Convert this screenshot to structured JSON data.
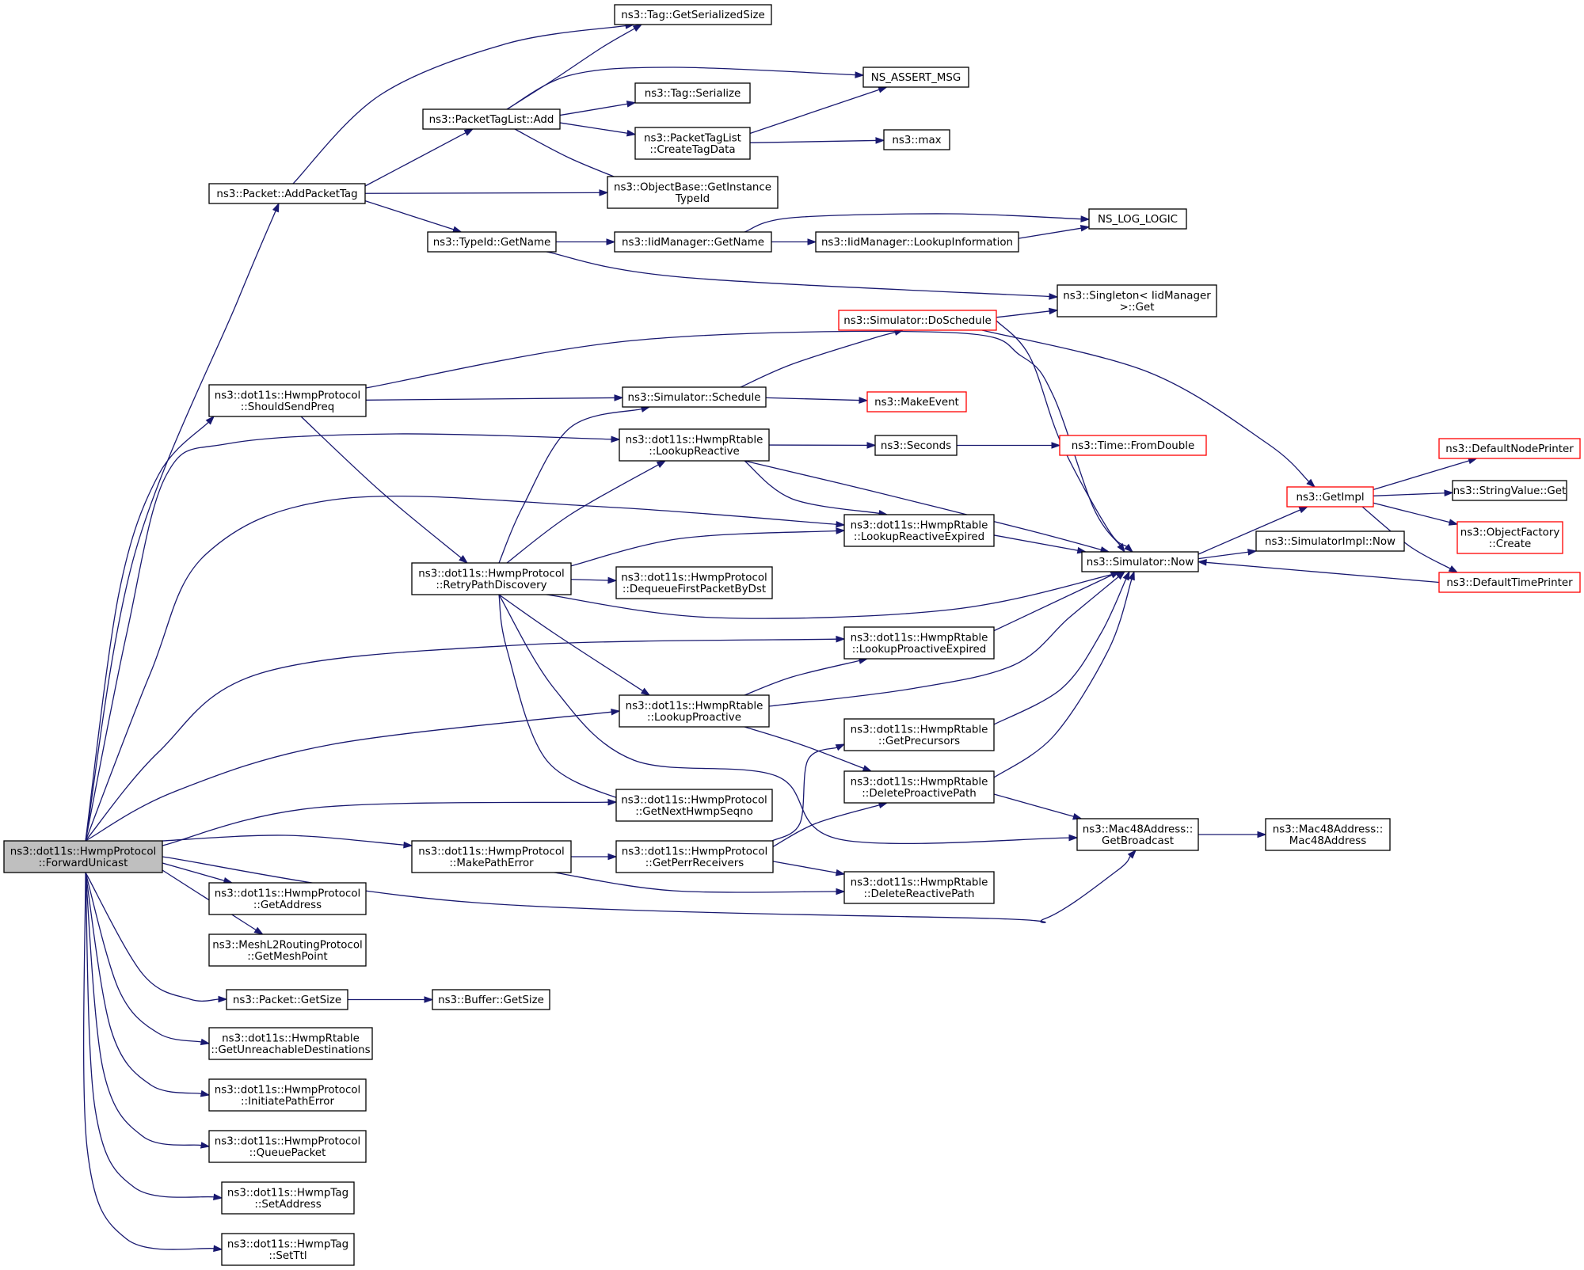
{
  "colors": {
    "edge": "#191970",
    "node_border": "#000000",
    "node_border_truncated": "#ff0000",
    "focus_fill": "#bfbfbf",
    "node_fill": "#ffffff"
  },
  "nodes": [
    {
      "id": "fwd",
      "lines": [
        "ns3::dot11s::HwmpProtocol",
        "::ForwardUnicast"
      ],
      "style": "focus"
    },
    {
      "id": "addpt",
      "lines": [
        "ns3::Packet::AddPacketTag"
      ]
    },
    {
      "id": "ssp",
      "lines": [
        "ns3::dot11s::HwmpProtocol",
        "::ShouldSendPreq"
      ]
    },
    {
      "id": "rpd",
      "lines": [
        "ns3::dot11s::HwmpProtocol",
        "::RetryPathDiscovery"
      ]
    },
    {
      "id": "mpe",
      "lines": [
        "ns3::dot11s::HwmpProtocol",
        "::MakePathError"
      ]
    },
    {
      "id": "gaddr",
      "lines": [
        "ns3::dot11s::HwmpProtocol",
        "::GetAddress"
      ]
    },
    {
      "id": "gmp",
      "lines": [
        "ns3::MeshL2RoutingProtocol",
        "::GetMeshPoint"
      ]
    },
    {
      "id": "pgs",
      "lines": [
        "ns3::Packet::GetSize"
      ]
    },
    {
      "id": "gud",
      "lines": [
        "ns3::dot11s::HwmpRtable",
        "::GetUnreachableDestinations"
      ]
    },
    {
      "id": "ipe",
      "lines": [
        "ns3::dot11s::HwmpProtocol",
        "::InitiatePathError"
      ]
    },
    {
      "id": "qp",
      "lines": [
        "ns3::dot11s::HwmpProtocol",
        "::QueuePacket"
      ]
    },
    {
      "id": "tsa",
      "lines": [
        "ns3::dot11s::HwmpTag",
        "::SetAddress"
      ]
    },
    {
      "id": "tst",
      "lines": [
        "ns3::dot11s::HwmpTag",
        "::SetTtl"
      ]
    },
    {
      "id": "ptla",
      "lines": [
        "ns3::PacketTagList::Add"
      ]
    },
    {
      "id": "tidgn",
      "lines": [
        "ns3::TypeId::GetName"
      ]
    },
    {
      "id": "tgss",
      "lines": [
        "ns3::Tag::GetSerializedSize"
      ]
    },
    {
      "id": "tser",
      "lines": [
        "ns3::Tag::Serialize"
      ]
    },
    {
      "id": "ptlc",
      "lines": [
        "ns3::PacketTagList",
        "::CreateTagData"
      ]
    },
    {
      "id": "obgi",
      "lines": [
        "ns3::ObjectBase::GetInstance",
        "TypeId"
      ]
    },
    {
      "id": "assert",
      "lines": [
        "NS_ASSERT_MSG"
      ]
    },
    {
      "id": "max",
      "lines": [
        "ns3::max"
      ]
    },
    {
      "id": "iidgn",
      "lines": [
        "ns3::IidManager::GetName"
      ]
    },
    {
      "id": "iidli",
      "lines": [
        "ns3::IidManager::LookupInformation"
      ]
    },
    {
      "id": "loglogic",
      "lines": [
        "NS_LOG_LOGIC"
      ]
    },
    {
      "id": "singleton",
      "lines": [
        "ns3::Singleton< IidManager",
        ">::Get"
      ]
    },
    {
      "id": "doschedule",
      "lines": [
        "ns3::Simulator::DoSchedule"
      ],
      "style": "truncated"
    },
    {
      "id": "schedule",
      "lines": [
        "ns3::Simulator::Schedule"
      ]
    },
    {
      "id": "makeevent",
      "lines": [
        "ns3::MakeEvent"
      ],
      "style": "truncated"
    },
    {
      "id": "lr",
      "lines": [
        "ns3::dot11s::HwmpRtable",
        "::LookupReactive"
      ]
    },
    {
      "id": "seconds",
      "lines": [
        "ns3::Seconds"
      ]
    },
    {
      "id": "fromdouble",
      "lines": [
        "ns3::Time::FromDouble"
      ],
      "style": "truncated"
    },
    {
      "id": "lre",
      "lines": [
        "ns3::dot11s::HwmpRtable",
        "::LookupReactiveExpired"
      ]
    },
    {
      "id": "dfp",
      "lines": [
        "ns3::dot11s::HwmpProtocol",
        "::DequeueFirstPacketByDst"
      ]
    },
    {
      "id": "simnow",
      "lines": [
        "ns3::Simulator::Now"
      ]
    },
    {
      "id": "lpe",
      "lines": [
        "ns3::dot11s::HwmpRtable",
        "::LookupProactiveExpired"
      ]
    },
    {
      "id": "lp",
      "lines": [
        "ns3::dot11s::HwmpRtable",
        "::LookupProactive"
      ]
    },
    {
      "id": "gpre",
      "lines": [
        "ns3::dot11s::HwmpRtable",
        "::GetPrecursors"
      ]
    },
    {
      "id": "dpp",
      "lines": [
        "ns3::dot11s::HwmpRtable",
        "::DeleteProactivePath"
      ]
    },
    {
      "id": "gnhs",
      "lines": [
        "ns3::dot11s::HwmpProtocol",
        "::GetNextHwmpSeqno"
      ]
    },
    {
      "id": "gperr",
      "lines": [
        "ns3::dot11s::HwmpProtocol",
        "::GetPerrReceivers"
      ]
    },
    {
      "id": "drp",
      "lines": [
        "ns3::dot11s::HwmpRtable",
        "::DeleteReactivePath"
      ]
    },
    {
      "id": "macbc",
      "lines": [
        "ns3::Mac48Address::",
        "GetBroadcast"
      ]
    },
    {
      "id": "macctor",
      "lines": [
        "ns3::Mac48Address::",
        "Mac48Address"
      ]
    },
    {
      "id": "bufgs",
      "lines": [
        "ns3::Buffer::GetSize"
      ]
    },
    {
      "id": "getimpl",
      "lines": [
        "ns3::GetImpl"
      ],
      "style": "truncated"
    },
    {
      "id": "simimplnow",
      "lines": [
        "ns3::SimulatorImpl::Now"
      ]
    },
    {
      "id": "dnp",
      "lines": [
        "ns3::DefaultNodePrinter"
      ],
      "style": "truncated"
    },
    {
      "id": "svget",
      "lines": [
        "ns3::StringValue::Get"
      ]
    },
    {
      "id": "ofcreate",
      "lines": [
        "ns3::ObjectFactory",
        "::Create"
      ],
      "style": "truncated"
    },
    {
      "id": "dtp",
      "lines": [
        "ns3::DefaultTimePrinter"
      ],
      "style": "truncated"
    }
  ],
  "edges": [
    [
      "fwd",
      "addpt"
    ],
    [
      "fwd",
      "ssp"
    ],
    [
      "fwd",
      "lr"
    ],
    [
      "fwd",
      "lre"
    ],
    [
      "fwd",
      "lpe"
    ],
    [
      "fwd",
      "lp"
    ],
    [
      "fwd",
      "gnhs"
    ],
    [
      "fwd",
      "mpe"
    ],
    [
      "fwd",
      "macbc"
    ],
    [
      "fwd",
      "gaddr"
    ],
    [
      "fwd",
      "gmp"
    ],
    [
      "fwd",
      "pgs"
    ],
    [
      "fwd",
      "gud"
    ],
    [
      "fwd",
      "ipe"
    ],
    [
      "fwd",
      "qp"
    ],
    [
      "fwd",
      "tsa"
    ],
    [
      "fwd",
      "tst"
    ],
    [
      "addpt",
      "tgss"
    ],
    [
      "addpt",
      "ptla"
    ],
    [
      "addpt",
      "obgi"
    ],
    [
      "addpt",
      "tidgn"
    ],
    [
      "ptla",
      "tgss"
    ],
    [
      "ptla",
      "assert"
    ],
    [
      "ptla",
      "tser"
    ],
    [
      "ptla",
      "ptlc"
    ],
    [
      "ptla",
      "obgi"
    ],
    [
      "ptlc",
      "assert"
    ],
    [
      "ptlc",
      "max"
    ],
    [
      "tidgn",
      "iidgn"
    ],
    [
      "tidgn",
      "singleton"
    ],
    [
      "iidgn",
      "loglogic"
    ],
    [
      "iidgn",
      "iidli"
    ],
    [
      "iidli",
      "loglogic"
    ],
    [
      "ssp",
      "simnow"
    ],
    [
      "ssp",
      "schedule"
    ],
    [
      "ssp",
      "rpd"
    ],
    [
      "schedule",
      "doschedule"
    ],
    [
      "schedule",
      "makeevent"
    ],
    [
      "doschedule",
      "singleton"
    ],
    [
      "doschedule",
      "simnow"
    ],
    [
      "doschedule",
      "getimpl"
    ],
    [
      "rpd",
      "schedule"
    ],
    [
      "rpd",
      "lr"
    ],
    [
      "rpd",
      "lre"
    ],
    [
      "rpd",
      "dfp"
    ],
    [
      "rpd",
      "simnow"
    ],
    [
      "rpd",
      "lp"
    ],
    [
      "rpd",
      "gnhs"
    ],
    [
      "rpd",
      "macbc"
    ],
    [
      "lr",
      "seconds"
    ],
    [
      "lr",
      "lre"
    ],
    [
      "lr",
      "simnow"
    ],
    [
      "seconds",
      "fromdouble"
    ],
    [
      "lre",
      "simnow"
    ],
    [
      "lpe",
      "simnow"
    ],
    [
      "lp",
      "lpe"
    ],
    [
      "lp",
      "simnow"
    ],
    [
      "lp",
      "dpp"
    ],
    [
      "gpre",
      "simnow"
    ],
    [
      "dpp",
      "simnow"
    ],
    [
      "dpp",
      "macbc"
    ],
    [
      "mpe",
      "gperr"
    ],
    [
      "mpe",
      "drp"
    ],
    [
      "gperr",
      "gpre"
    ],
    [
      "gperr",
      "dpp"
    ],
    [
      "gperr",
      "drp"
    ],
    [
      "macbc",
      "macctor"
    ],
    [
      "pgs",
      "bufgs"
    ],
    [
      "simnow",
      "getimpl"
    ],
    [
      "simnow",
      "simimplnow"
    ],
    [
      "getimpl",
      "dnp"
    ],
    [
      "getimpl",
      "svget"
    ],
    [
      "getimpl",
      "ofcreate"
    ],
    [
      "getimpl",
      "dtp"
    ],
    [
      "dtp",
      "simnow"
    ]
  ]
}
